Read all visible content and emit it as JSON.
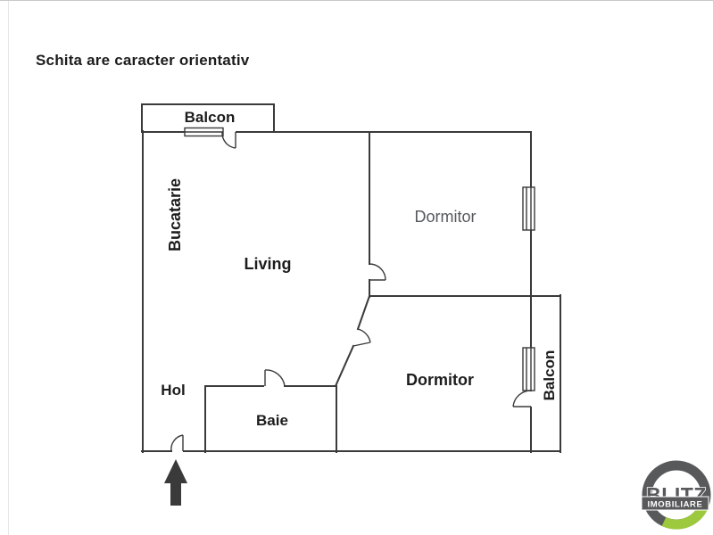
{
  "title": {
    "disclaimer": "Schita are caracter orientativ"
  },
  "rooms": {
    "balcon_top": {
      "label": "Balcon"
    },
    "bucatarie": {
      "label": "Bucatarie"
    },
    "living": {
      "label": "Living"
    },
    "dormitor_top": {
      "label": "Dormitor"
    },
    "dormitor_bottom": {
      "label": "Dormitor"
    },
    "hol": {
      "label": "Hol"
    },
    "baie": {
      "label": "Baie"
    },
    "balcon_right": {
      "label": "Balcon"
    }
  },
  "logo": {
    "brand": "BLITZ",
    "subtitle": "IMOBILIARE"
  },
  "colors": {
    "wall": "#3a3a3a",
    "label": "#1c1c1c",
    "label_muted": "#54595e",
    "background": "#ffffff",
    "frame": "#c9c9c9",
    "logo_gray": "#58595b",
    "logo_green": "#9cc93e"
  }
}
